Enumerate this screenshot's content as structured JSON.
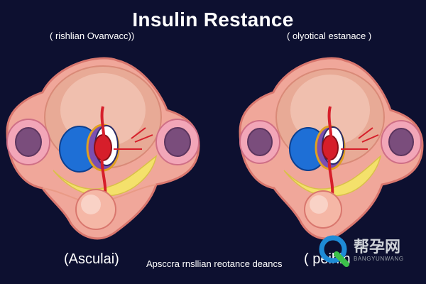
{
  "title": "Insulin Restance",
  "subtitle_left": "( rishlian Ovanvacc))",
  "subtitle_right": "( olyotical estanace )",
  "label_left": "(Asculai)",
  "label_center": "Apsccra rnsllian reotance deancs",
  "label_right": "( peihin",
  "watermark": {
    "text": "帮孕网",
    "sub": "BANGYUNWANG"
  },
  "colors": {
    "background": "#0d1030",
    "tissue": "#f0a79a",
    "tissue_dark": "#d9776e",
    "cavity": "#e8b0a0",
    "ovary": "#7a4d7c",
    "blue_structure": "#1e6fd6",
    "red_structure": "#d61e2a",
    "yellow_band": "#f4e16b"
  }
}
